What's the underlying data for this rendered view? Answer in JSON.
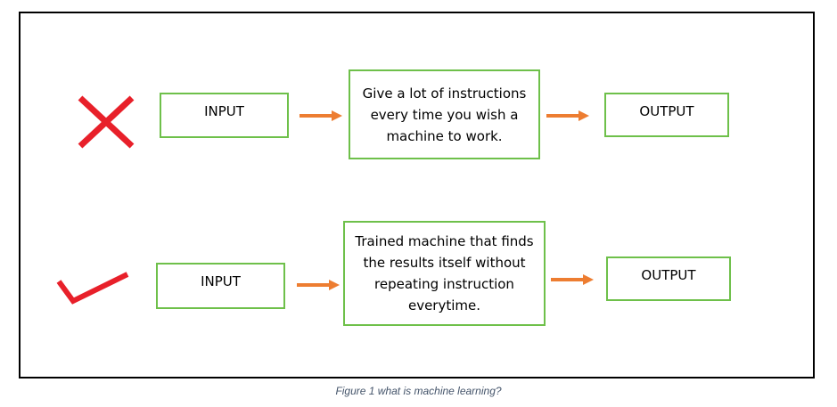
{
  "colors": {
    "box_border": "#6ec04a",
    "arrow": "#ed7d31",
    "mark": "#e8202a",
    "frame": "#000000",
    "caption": "#44546a"
  },
  "wrong_row": {
    "mark_icon": "cross-icon",
    "input_label": "INPUT",
    "process_label": "Give a lot of instructions every time you wish a machine to work.",
    "output_label": "OUTPUT"
  },
  "right_row": {
    "mark_icon": "checkmark-icon",
    "input_label": "INPUT",
    "process_label": "Trained machine that finds the results itself without repeating instruction everytime.",
    "output_label": "OUTPUT"
  },
  "caption": "Figure 1 what is machine learning?"
}
